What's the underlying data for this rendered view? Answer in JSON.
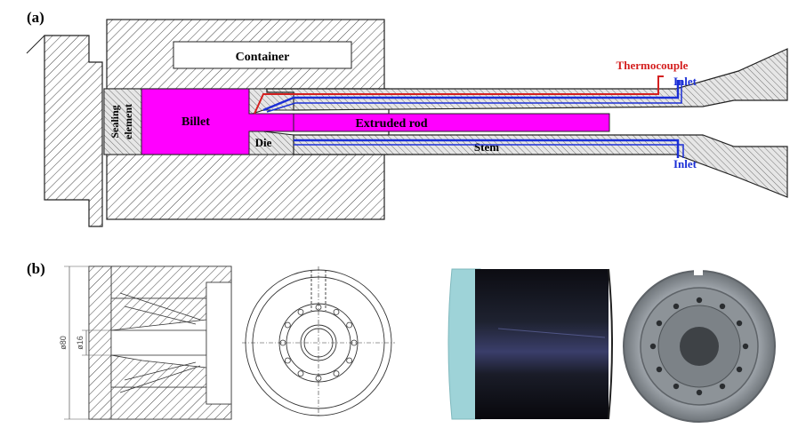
{
  "panel_a": {
    "label": "(a)",
    "container": "Container",
    "thermocouple": "Thermocouple",
    "inlet_top": "Inlet",
    "inlet_bottom": "Inlet",
    "sealing_line1": "Sealing",
    "sealing_line2": "element",
    "billet": "Billet",
    "extruded_rod": "Extruded rod",
    "die": "Die",
    "stem": "Stem"
  },
  "panel_b": {
    "label": "(b)",
    "dim_outer": "ø80",
    "dim_inner": "ø16"
  },
  "colors": {
    "billet": "#ff00ff",
    "thermocouple": "#d42020",
    "inlet": "#1b2fd6",
    "sealing_band": "#9ed3d8"
  }
}
